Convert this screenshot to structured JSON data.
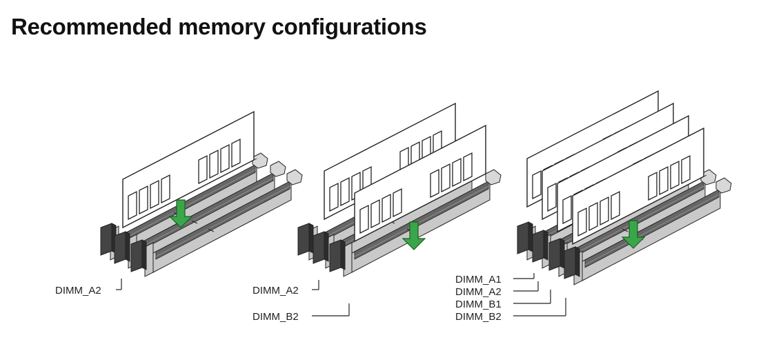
{
  "title": "Recommended memory configurations",
  "colors": {
    "slot_dark": "#666666",
    "slot_light": "#c9c9c9",
    "latch_dark": "#444444",
    "arrow_green": "#3aa64a",
    "outline": "#222222"
  },
  "configurations": [
    {
      "name": "one-module",
      "labels": [
        "DIMM_A2"
      ]
    },
    {
      "name": "two-modules",
      "labels": [
        "DIMM_A2",
        "DIMM_B2"
      ]
    },
    {
      "name": "four-modules",
      "labels": [
        "DIMM_A1",
        "DIMM_A2",
        "DIMM_B1",
        "DIMM_B2"
      ]
    }
  ]
}
